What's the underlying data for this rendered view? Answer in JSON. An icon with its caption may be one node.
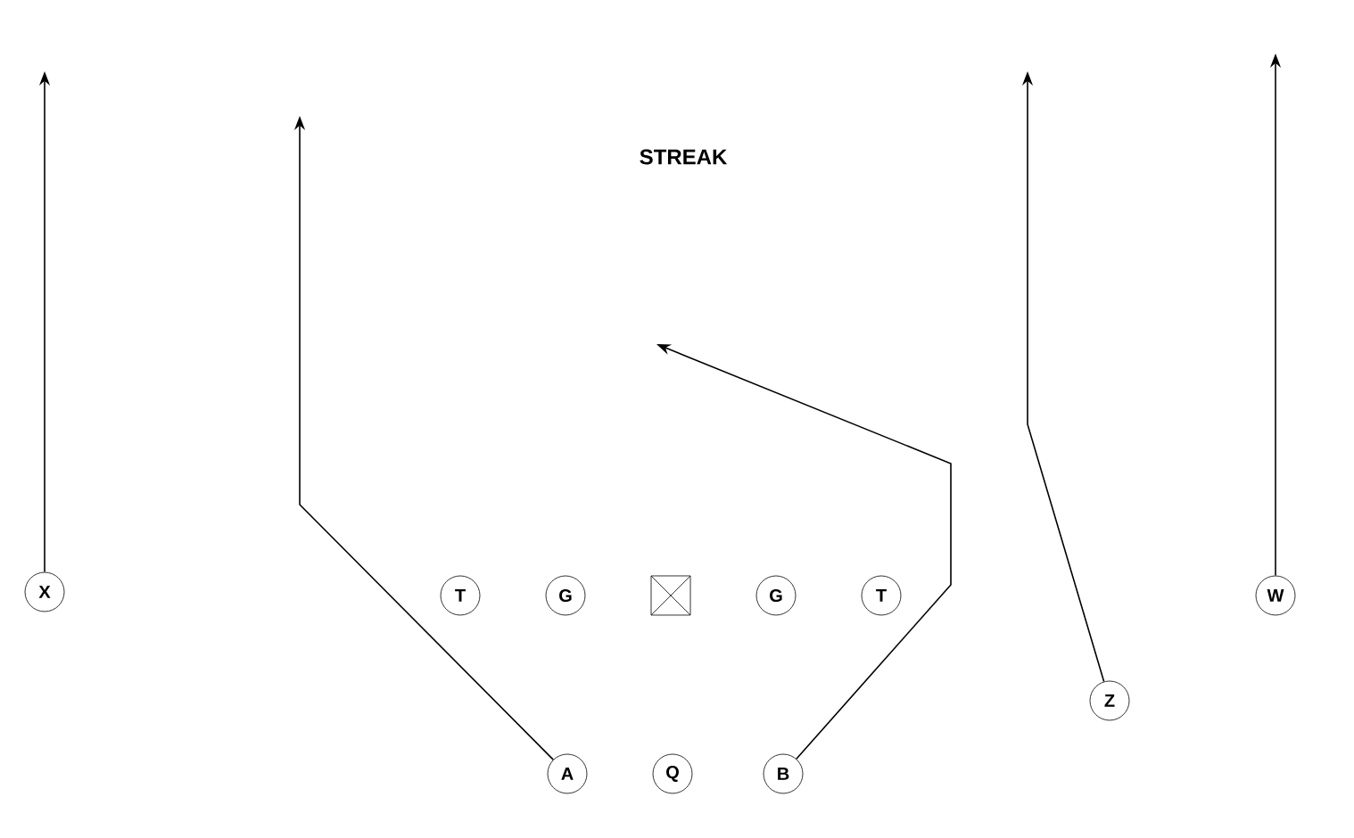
{
  "diagram": {
    "title": "STREAK",
    "nodes": [
      {
        "text": [
          "X"
        ]
      },
      {
        "text": [
          "T"
        ]
      },
      {
        "text": [
          "G"
        ]
      },
      {
        "text": [],
        "shape": "box"
      },
      {
        "text": [
          "G"
        ]
      },
      {
        "text": [
          "T"
        ]
      },
      {
        "text": [
          "W"
        ]
      },
      {
        "text": [
          "Z"
        ]
      },
      {
        "text": [
          "A"
        ]
      },
      {
        "text": [
          "Q"
        ]
      },
      {
        "text": [
          "B"
        ]
      }
    ],
    "edges": [
      {
        "from": 0,
        "to": null,
        "arrow": "to"
      },
      {
        "from": 8,
        "to": null,
        "arrow": "to"
      },
      {
        "from": 10,
        "to": null,
        "arrow": "to"
      },
      {
        "from": 7,
        "to": null,
        "arrow": "to"
      },
      {
        "from": 6,
        "to": null,
        "arrow": "to"
      }
    ]
  }
}
